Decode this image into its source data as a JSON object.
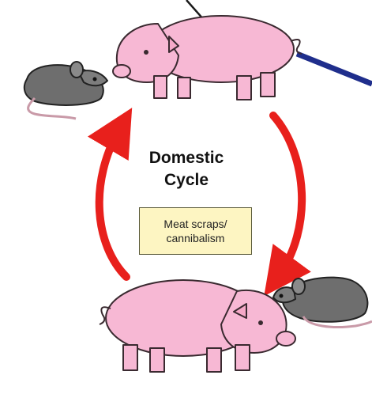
{
  "cycle": {
    "title_line1": "Domestic",
    "title_line2": "Cycle"
  },
  "note": {
    "text": "Meat scraps/\ncannibalism"
  },
  "colors": {
    "pig_fill": "#f7b8d4",
    "pig_outline": "#3a2a30",
    "rat_fill": "#6e6e6e",
    "arrow_red": "#e8201c",
    "line_blue": "#1f2e8c",
    "note_bg": "#fdf5c2"
  },
  "icons": [
    "pig-icon",
    "rat-icon",
    "cycle-arrow-icon",
    "pointer-line-icon"
  ]
}
